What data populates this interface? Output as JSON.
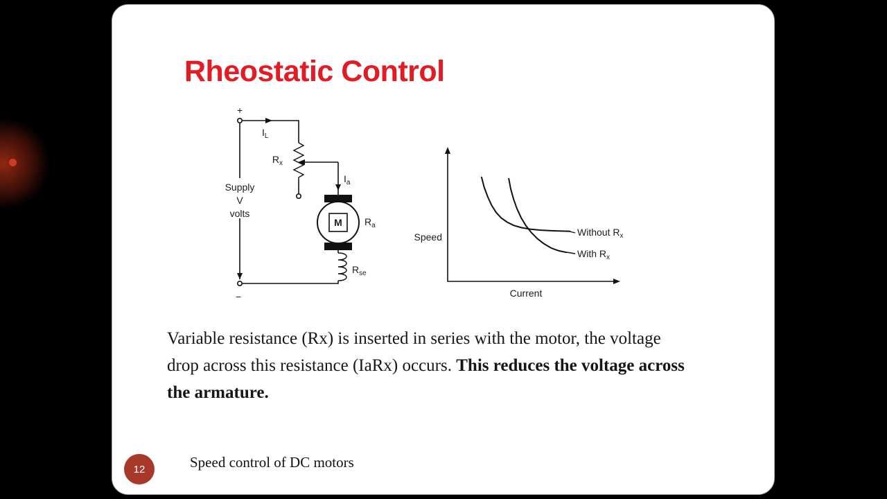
{
  "slide": {
    "title": "Rheostatic Control",
    "body": {
      "normal": "Variable resistance (Rx) is inserted in series with the motor, the voltage drop across this resistance (IaRx) occurs. ",
      "bold": "This reduces the voltage across the armature."
    },
    "footer": {
      "page_number": "12",
      "caption": "Speed control of DC motors"
    }
  },
  "circuit": {
    "labels": {
      "plus": "+",
      "minus": "−",
      "i_l_main": "I",
      "i_l_sub": "L",
      "r_x_main": "R",
      "r_x_sub": "x",
      "i_a_main": "I",
      "i_a_sub": "a",
      "supply_line1": "Supply",
      "supply_line2": "V",
      "supply_line3": "volts",
      "motor": "M",
      "r_a_main": "R",
      "r_a_sub": "a",
      "r_se_main": "R",
      "r_se_sub": "se"
    }
  },
  "chart_data": {
    "type": "line",
    "title": "",
    "xlabel": "Current",
    "ylabel": "Speed",
    "grid": false,
    "legend_position": "right-of-curve-ends",
    "axes": "arrowed, unlabeled ticks, normalized 0-1 range",
    "xlim": [
      0,
      1
    ],
    "ylim": [
      0,
      1
    ],
    "series": [
      {
        "name": "Without Rx",
        "label_main": "Without R",
        "label_sub": "x",
        "points": [
          [
            0.2,
            0.79
          ],
          [
            0.215,
            0.715
          ],
          [
            0.235,
            0.645
          ],
          [
            0.258,
            0.58
          ],
          [
            0.285,
            0.525
          ],
          [
            0.315,
            0.482
          ],
          [
            0.35,
            0.45
          ],
          [
            0.39,
            0.425
          ],
          [
            0.435,
            0.408
          ],
          [
            0.49,
            0.396
          ],
          [
            0.55,
            0.389
          ],
          [
            0.62,
            0.384
          ],
          [
            0.72,
            0.38
          ]
        ]
      },
      {
        "name": "With Rx",
        "label_main": "With R",
        "label_sub": "x",
        "points": [
          [
            0.36,
            0.78
          ],
          [
            0.372,
            0.7
          ],
          [
            0.388,
            0.625
          ],
          [
            0.408,
            0.552
          ],
          [
            0.432,
            0.486
          ],
          [
            0.46,
            0.425
          ],
          [
            0.492,
            0.372
          ],
          [
            0.528,
            0.325
          ],
          [
            0.568,
            0.285
          ],
          [
            0.612,
            0.252
          ],
          [
            0.655,
            0.232
          ],
          [
            0.7,
            0.22
          ]
        ]
      }
    ]
  },
  "colors": {
    "title_red": "#e31b23",
    "page_badge": "#a8392a",
    "accent_dot": "#cf3a24",
    "ink": "#111111",
    "slide_bg": "#ffffff",
    "stage_bg": "#000000"
  }
}
